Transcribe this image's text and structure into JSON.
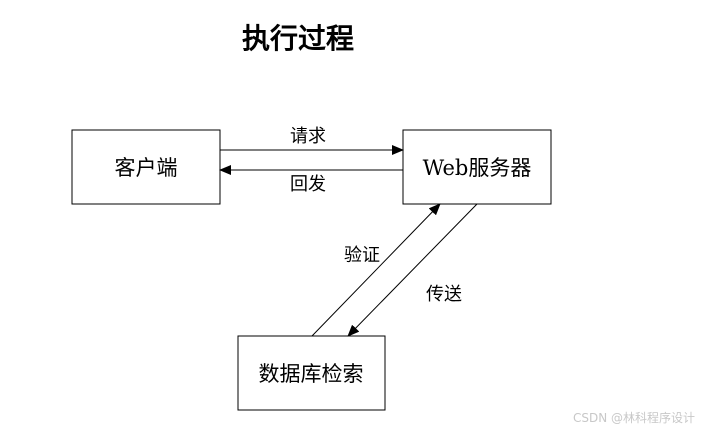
{
  "title": "执行过程",
  "nodes": {
    "client": "客户端",
    "web_server": "Web服务器",
    "database": "数据库检索"
  },
  "edges": {
    "request": "请求",
    "response": "回发",
    "verify": "验证",
    "transfer": "传送"
  },
  "watermark": "CSDN @林科程序设计"
}
